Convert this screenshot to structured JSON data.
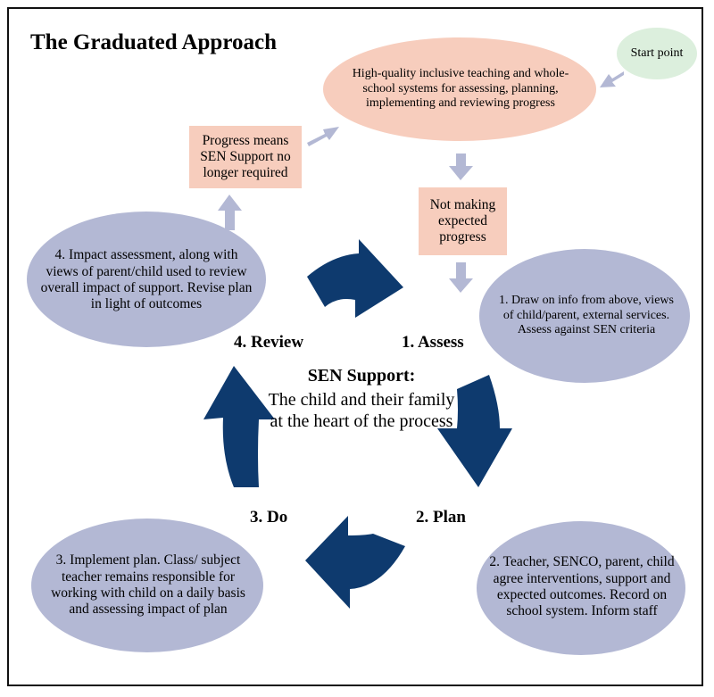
{
  "title": "The Graduated Approach",
  "nodes": {
    "start": "Start point",
    "quality_teaching": "High-quality inclusive teaching and whole-school systems for assessing, planning, implementing and reviewing progress",
    "not_progress": "Not making expected progress",
    "progress_means": "Progress means SEN Support no longer required",
    "assess_detail": "1. Draw on info from above, views of child/parent, external services. Assess against SEN criteria",
    "plan_detail": "2. Teacher, SENCO, parent, child agree interventions, support and expected outcomes. Record on school system. Inform staff",
    "do_detail": "3. Implement plan. Class/ subject teacher remains responsible for working with child on a daily basis and assessing impact of plan",
    "review_detail": "4. Impact assessment, along with views of parent/child used to review overall impact of support. Revise plan in light of outcomes"
  },
  "stages": {
    "assess": "1. Assess",
    "plan": "2. Plan",
    "do": "3. Do",
    "review": "4. Review"
  },
  "center": {
    "title": "SEN Support:",
    "body": "The child and their family at the heart of the process"
  },
  "colors": {
    "ellipse_fill": "#b3b8d4",
    "pink_fill": "#f7cdbd",
    "green_fill": "#dcefdd",
    "navy_arrow": "#0e3a6e",
    "small_arrow": "#b3b8d4"
  }
}
